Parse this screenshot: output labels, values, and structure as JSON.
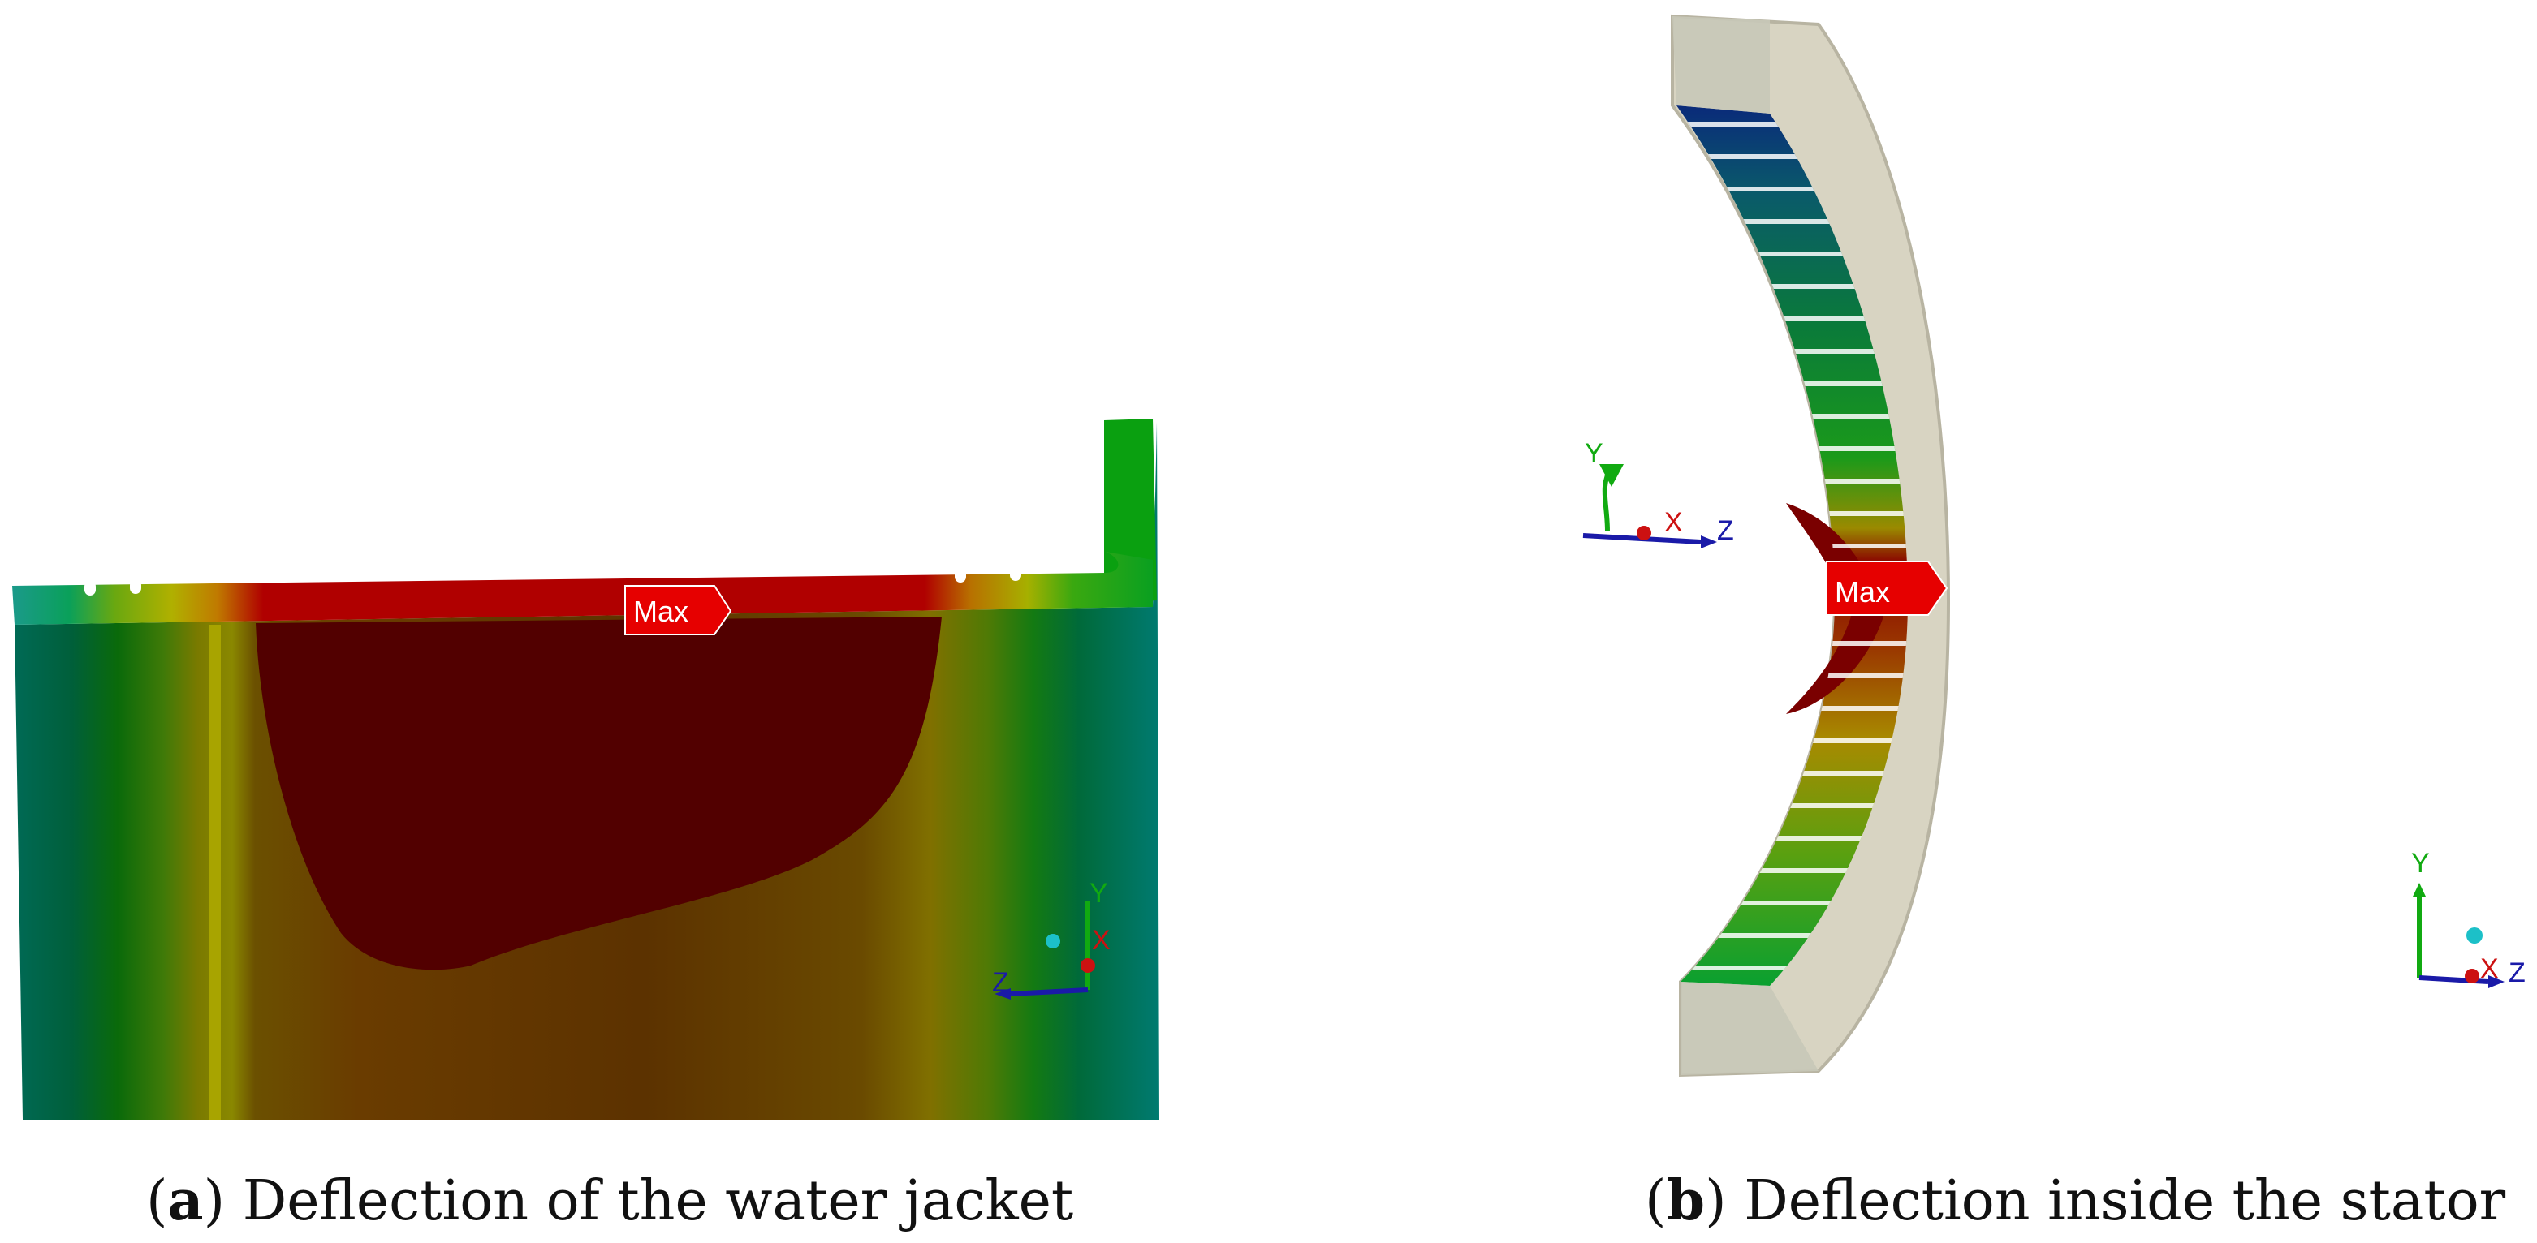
{
  "panels": [
    {
      "id": "a",
      "caption_letter": "a",
      "caption_text": "Deflection of the water jacket",
      "marker_label": "Max",
      "triad": {
        "x": "X",
        "y": "Y",
        "z": "Z"
      }
    },
    {
      "id": "b",
      "caption_letter": "b",
      "caption_text": "Deflection inside the stator",
      "marker_label": "Max",
      "triad_left": {
        "x": "X",
        "y": "Y",
        "z": "Z"
      },
      "triad_right": {
        "x": "X",
        "y": "Y",
        "z": "Z"
      }
    }
  ],
  "colors": {
    "max_red": "#e60000",
    "deep_red": "#520000",
    "orange_brown": "#7a3f00",
    "olive": "#8a8a00",
    "green": "#009a00",
    "teal": "#00756a",
    "blue_triad": "#1a1aa8",
    "green_triad": "#11aa11",
    "red_triad": "#cc1111",
    "cyan_ball": "#1cc0c8",
    "stator_shell": "#d8d4c2"
  }
}
